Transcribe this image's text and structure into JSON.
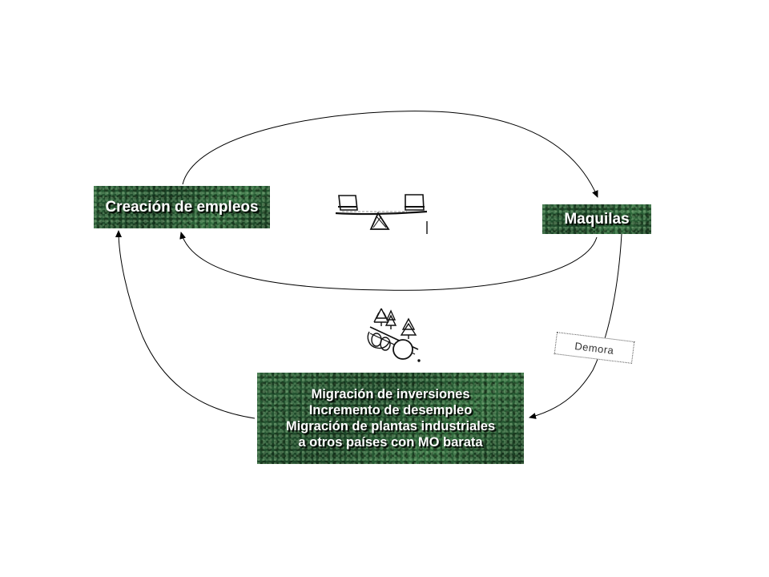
{
  "diagram": {
    "nodes": {
      "creacion": {
        "label": "Creación de empleos"
      },
      "maquilas": {
        "label": "Maquilas"
      },
      "migracion": {
        "lines": [
          "Migración de inversiones",
          "Incremento de desempleo",
          "Migración de plantas industriales",
          "a otros países con MO barata"
        ]
      }
    },
    "delay_label": "Demora",
    "edges": [
      {
        "from": "creacion",
        "to": "maquilas",
        "style": "arc-top"
      },
      {
        "from": "maquilas",
        "to": "creacion",
        "style": "arc-bottom"
      },
      {
        "from": "maquilas",
        "to": "migracion",
        "style": "with-delay"
      },
      {
        "from": "migracion",
        "to": "creacion",
        "style": "arc-left"
      }
    ],
    "icons": [
      "balance-seesaw-icon",
      "snowball-rolling-downhill-icon"
    ],
    "colors": {
      "node_fill": "#1f4d2b",
      "node_text": "#ffffff",
      "edge": "#000000"
    }
  }
}
